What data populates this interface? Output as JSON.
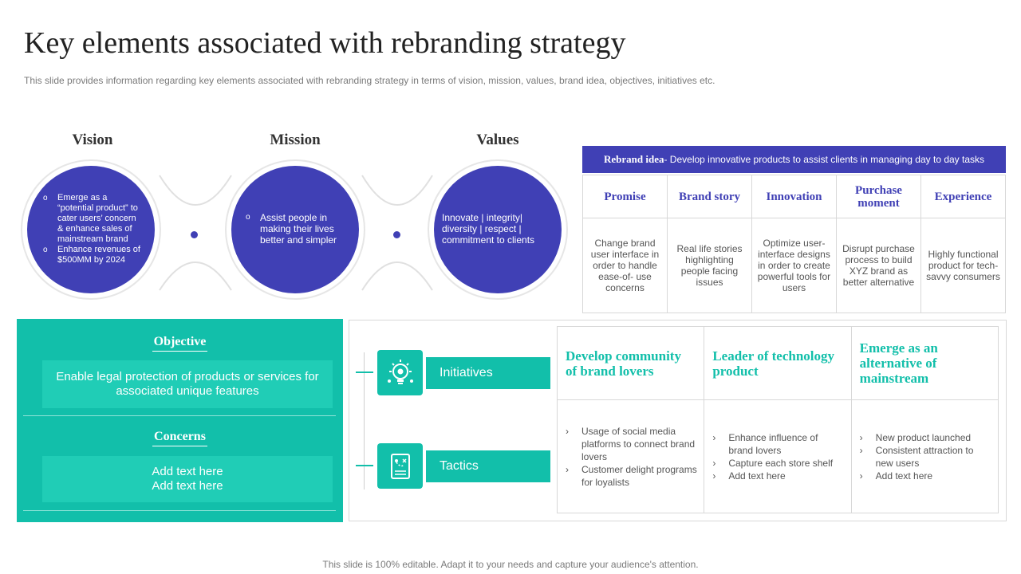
{
  "title": "Key elements associated with rebranding strategy",
  "subtitle": "This slide provides information regarding key elements associated with rebranding strategy in terms of vision, mission, values, brand idea, objectives, initiatives etc.",
  "circles": [
    {
      "label": "Vision",
      "items": [
        "Emerge as a “potential product” to cater users’ concern & enhance sales of mainstream brand",
        "Enhance revenues of $500MM  by 2024"
      ]
    },
    {
      "label": "Mission",
      "items": [
        "Assist people in making their lives better and simpler"
      ]
    },
    {
      "label": "Values",
      "text": "Innovate | integrity| diversity | respect | commitment to clients"
    }
  ],
  "rebrand": {
    "idea_label": "Rebrand idea",
    "idea_text": "- Develop innovative products to assist clients in managing day to day tasks",
    "columns": [
      {
        "head": "Promise",
        "body": "Change brand user interface in order to handle ease-of- use concerns"
      },
      {
        "head": "Brand story",
        "body": "Real life stories highlighting people facing issues"
      },
      {
        "head": "Innovation",
        "body": "Optimize user-interface designs in order to create powerful tools for users"
      },
      {
        "head": "Purchase moment",
        "body": "Disrupt purchase process to build XYZ  brand as better alternative"
      },
      {
        "head": "Experience",
        "body": "Highly functional product for tech-savvy consumers"
      }
    ]
  },
  "objective": {
    "label": "Objective",
    "text": "Enable legal protection of products or services for associated unique features"
  },
  "concerns": {
    "label": "Concerns",
    "line1": "Add text here",
    "line2": "Add text here"
  },
  "initiatives_label": "Initiatives",
  "tactics_label": "Tactics",
  "icons": {
    "initiatives": "lightbulb-gear-icon",
    "tactics": "strategy-document-icon"
  },
  "grid": [
    {
      "head": "Develop community of  brand lovers",
      "items": [
        "Usage of social media platforms to connect brand lovers",
        "Customer delight programs for loyalists"
      ]
    },
    {
      "head": "Leader of technology product",
      "items": [
        "Enhance influence of brand lovers",
        "Capture  each store shelf",
        "Add text here"
      ]
    },
    {
      "head": "Emerge as an alternative of mainstream",
      "items": [
        "New product launched",
        "Consistent attraction to new users",
        "Add text here"
      ]
    }
  ],
  "footer": "This slide is 100% editable. Adapt it to your needs and capture your audience's attention.",
  "colors": {
    "primary": "#4040b5",
    "teal": "#12bfaa",
    "teal_light": "#20cdb6"
  }
}
